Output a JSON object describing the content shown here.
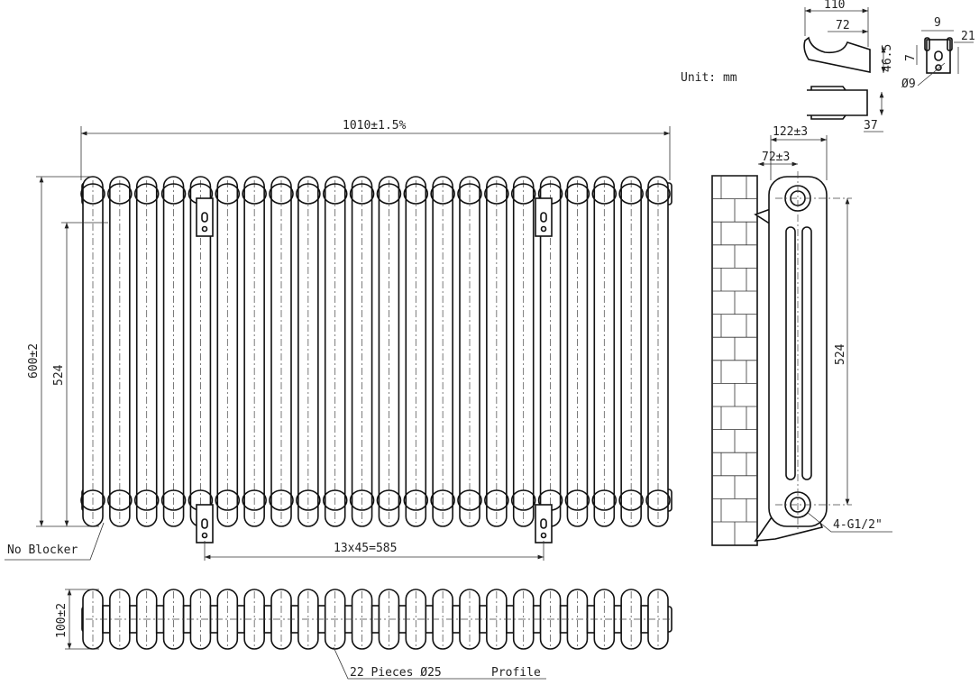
{
  "unit_label": "Unit: mm",
  "front_view": {
    "width_dim": "1010±1.5%",
    "height_dim": "600±2",
    "centers_dim": "524",
    "bracket_spacing_dim": "13x45=585",
    "no_blocker_label": "No Blocker",
    "column_count": 22
  },
  "side_view": {
    "depth_dim": "122±3",
    "wall_offset_dim": "72±3",
    "centers_dim": "524",
    "connection_label": "4-G1/2\""
  },
  "profile_view": {
    "depth_dim": "100±2",
    "pieces_label": "22 Pieces Ø25",
    "profile_label": "Profile"
  },
  "bracket_detail": {
    "dim_110": "110",
    "dim_72": "72",
    "dim_46_5": "46.5",
    "dim_37": "37",
    "dim_9": "9",
    "dim_21": "21",
    "dim_7": "7",
    "dim_hole": "Ø9"
  }
}
